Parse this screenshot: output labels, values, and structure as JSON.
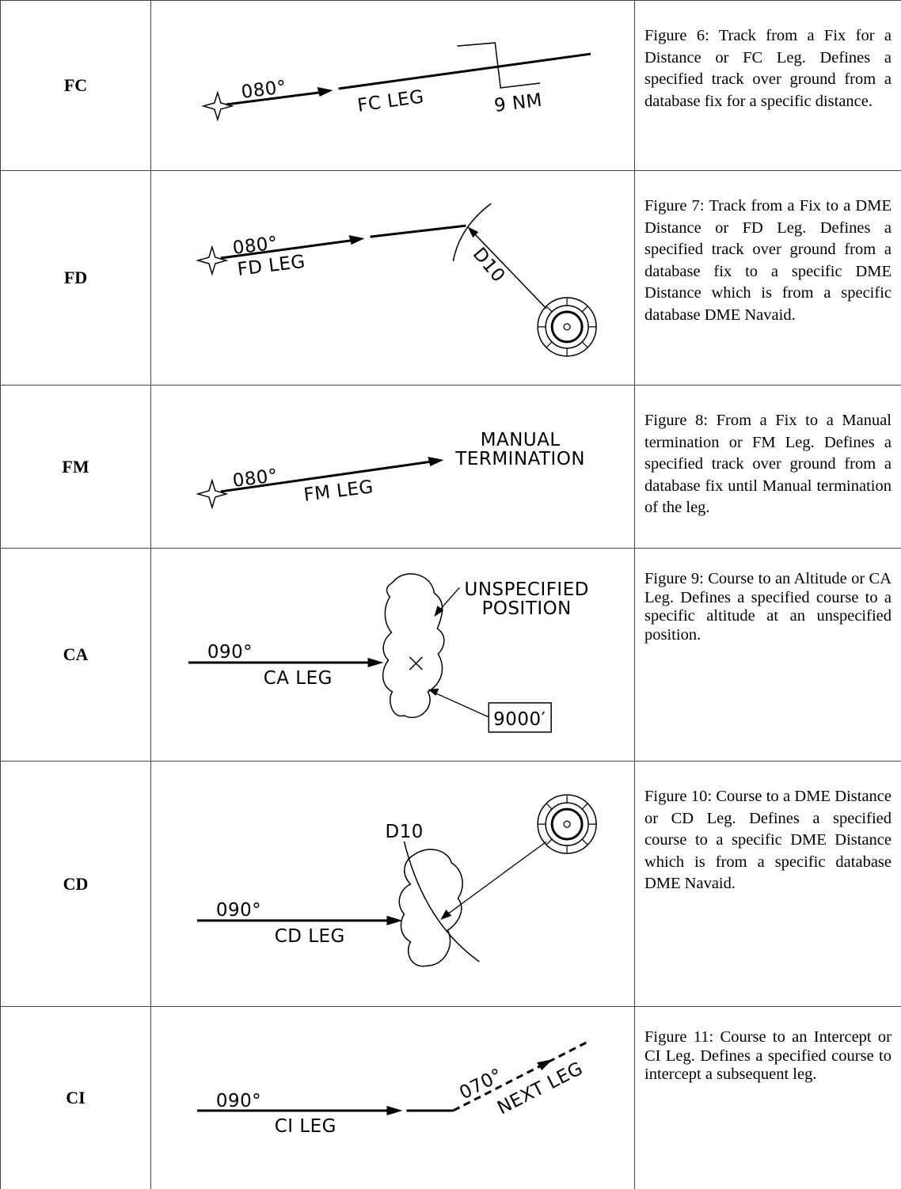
{
  "rows": [
    {
      "code": "FC",
      "labels": {
        "course": "080°",
        "leg": "FC LEG",
        "distance": "9 NM"
      },
      "description": "Figure 6:  Track from a Fix for a Distance or FC Leg. Defines a specified track over ground from a database fix for a specific distance."
    },
    {
      "code": "FD",
      "labels": {
        "course": "080°",
        "leg": "FD LEG",
        "dme": "D10"
      },
      "description": "Figure 7:  Track from a Fix to a DME Distance or FD Leg. Defines a specified track over ground from a database fix to a specific DME Distance which is from a specific database DME Navaid."
    },
    {
      "code": "FM",
      "labels": {
        "course": "080°",
        "leg": "FM LEG",
        "termination_1": "MANUAL",
        "termination_2": "TERMINATION"
      },
      "description": "Figure 8:  From a Fix to a Manual termination or FM Leg. Defines a specified track over ground from a database fix until Manual termination of the leg."
    },
    {
      "code": "CA",
      "labels": {
        "course": "090°",
        "leg": "CA LEG",
        "position_1": "UNSPECIFIED",
        "position_2": "POSITION",
        "altitude": "9000′"
      },
      "description": "Figure 9: Course to an Altitude or CA Leg. Defines a specified course to a specific altitude at an unspecified position."
    },
    {
      "code": "CD",
      "labels": {
        "course": "090°",
        "leg": "CD LEG",
        "dme": "D10"
      },
      "description": "Figure 10:  Course to a DME Distance or CD Leg. Defines a specified course to a specific DME Distance which is from a specific database DME Navaid."
    },
    {
      "code": "CI",
      "labels": {
        "course": "090°",
        "leg": "CI LEG",
        "next_course": "070°",
        "next_leg": "NEXT LEG"
      },
      "description": "Figure 11: Course to an Intercept or CI Leg. Defines a specified course to intercept a subsequent leg."
    }
  ]
}
